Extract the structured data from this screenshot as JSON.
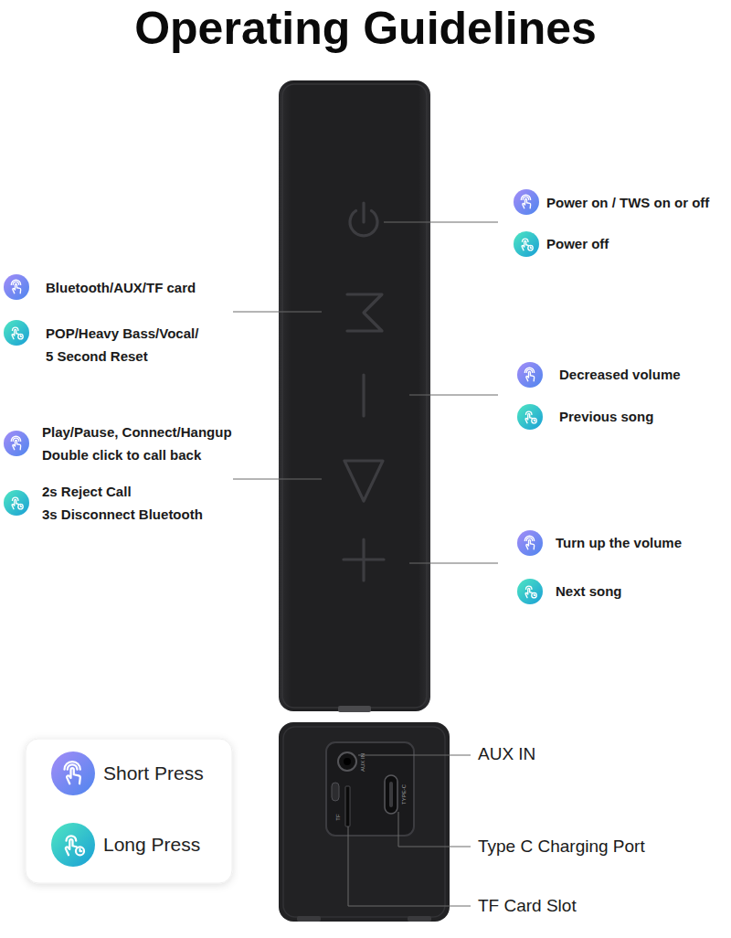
{
  "diagram": {
    "title": "Operating Guidelines",
    "labels": [
      "Power on / TWS on or off",
      "Power off",
      "Bluetooth/AUX/TF card",
      "POP/Heavy Bass/Vocal/",
      "5 Second Reset",
      "Decreased volume",
      "Previous song",
      "Play/Pause, Connect/Hangup",
      "Double click to call back",
      "2s Reject Call",
      "3s Disconnect Bluetooth",
      "Turn up the volume",
      "Next song",
      "AUX IN",
      "TF",
      "TYPE-C",
      "AUX IN",
      "Type C Charging Port",
      "TF Card Slot"
    ],
    "legend": [
      {
        "text": "Short Press"
      },
      {
        "text": "Long Press"
      }
    ]
  }
}
